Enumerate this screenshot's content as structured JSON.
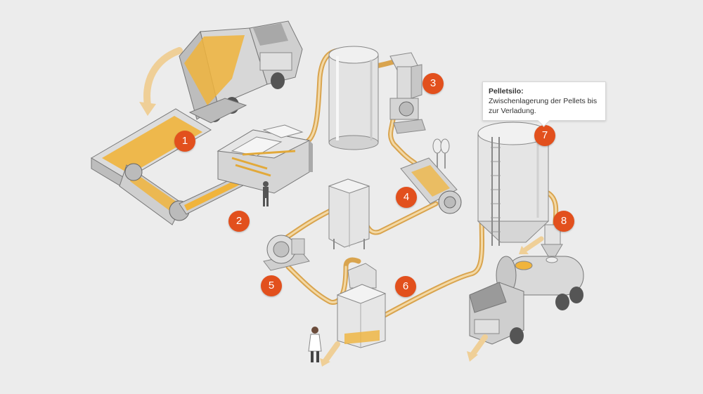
{
  "markers": [
    {
      "label": "1"
    },
    {
      "label": "2"
    },
    {
      "label": "3"
    },
    {
      "label": "4"
    },
    {
      "label": "5"
    },
    {
      "label": "6"
    },
    {
      "label": "7"
    },
    {
      "label": "8"
    }
  ],
  "tooltip": {
    "title": "Pelletsilo:",
    "text": "Zwischenlagerung der Pellets bis zur Verladung."
  },
  "colors": {
    "background": "#ececec",
    "marker": "#e2501d",
    "pipe": "#e8b768",
    "machine": "#cfcfcf",
    "pellets": "#f0b43c"
  }
}
